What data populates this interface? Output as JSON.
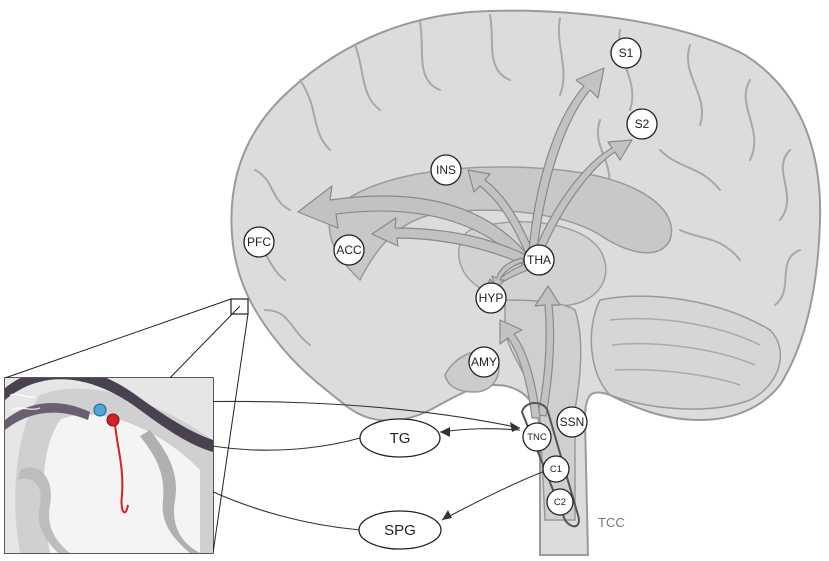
{
  "labels": {
    "s1": "S1",
    "s2": "S2",
    "ins": "INS",
    "pfc": "PFC",
    "acc": "ACC",
    "tha": "THA",
    "hyp": "HYP",
    "amy": "AMY",
    "ssn": "SSN",
    "tnc": "TNC",
    "c1": "C1",
    "c2": "C2",
    "tg": "TG",
    "spg": "SPG",
    "tcc": "TCC"
  },
  "colors": {
    "brain_fill": "#dcdcdc",
    "brain_dark": "#c4c4c4",
    "arrow_fill": "#c2c2c2",
    "neuron_blue": "#4aa8dc",
    "neuron_red": "#d8202a"
  }
}
